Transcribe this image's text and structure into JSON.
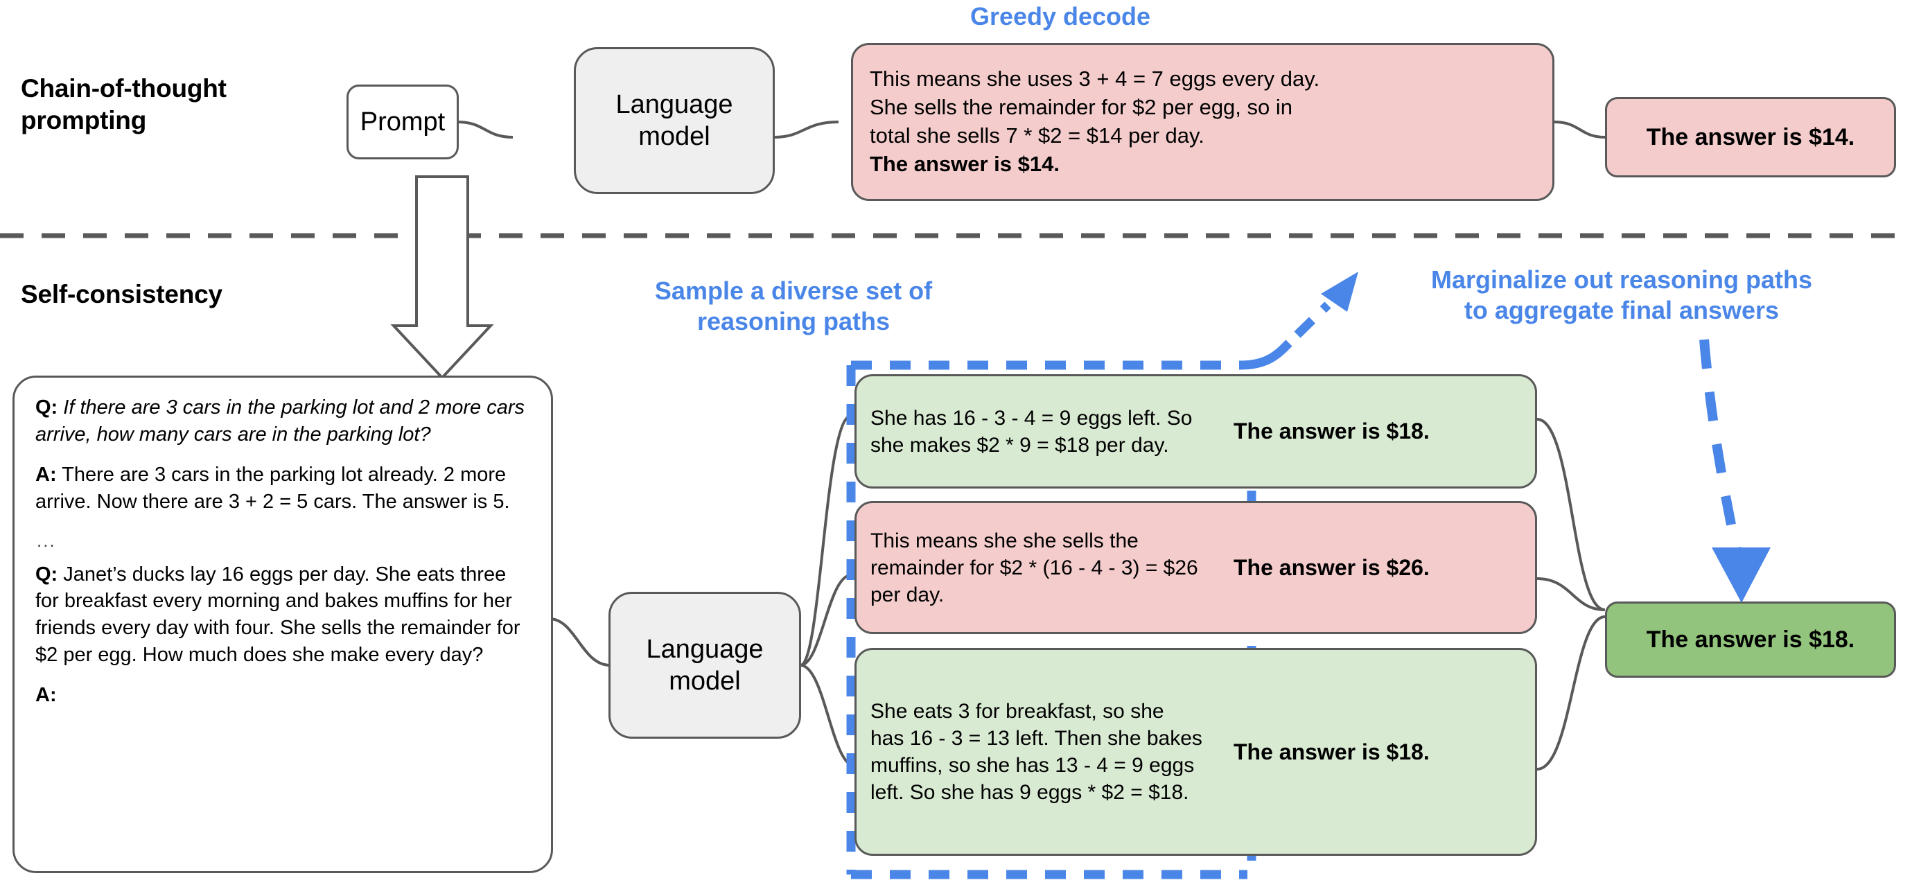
{
  "sections": {
    "cot": {
      "label": "Chain-of-thought\nprompting"
    },
    "sc": {
      "label": "Self-consistency"
    }
  },
  "annotations": {
    "greedy": "Greedy decode",
    "sample": "Sample a diverse set of\nreasoning paths",
    "marginalize": "Marginalize out reasoning paths\nto aggregate final answers"
  },
  "cot_row": {
    "prompt_label": "Prompt",
    "model_label": "Language\nmodel",
    "output_lines": [
      "This means she uses 3 + 4 = 7 eggs every day.",
      "She sells the remainder for $2 per egg, so in",
      "total she sells 7 * $2 = $14 per day."
    ],
    "output_bold": "The answer is $14.",
    "final_answer": "The answer is $14."
  },
  "sc_row": {
    "model_label": "Language\nmodel",
    "prompt_box": {
      "q1_tag": "Q:",
      "q1_text": "If there are 3 cars in the parking lot and 2 more cars arrive, how many cars are in the parking lot?",
      "a1_tag": "A:",
      "a1_text": "There are 3 cars in the parking lot already. 2 more arrive. Now there are 3 + 2 = 5 cars. The answer is 5.",
      "ellipsis": "...",
      "q2_tag": "Q:",
      "q2_text": "Janet’s ducks lay 16 eggs per day. She eats three for breakfast every morning and bakes muffins for her friends every day with four. She sells the remainder for $2 per egg. How much does she make every day?",
      "a2_tag": "A:"
    },
    "paths": [
      {
        "color": "green",
        "reasoning": "She has 16 - 3 - 4 = 9 eggs left. So she makes $2 * 9 = $18 per day.",
        "answer": "The answer is $18."
      },
      {
        "color": "pink",
        "reasoning": "This means she she sells the remainder for $2 * (16 - 4 - 3) = $26 per day.",
        "answer": "The answer is $26."
      },
      {
        "color": "green",
        "reasoning": "She eats 3 for breakfast, so she has 16 - 3 = 13 left. Then she bakes muffins, so she has 13 - 4 = 9 eggs left. So she has 9 eggs * $2 = $18.",
        "answer": "The answer is $18."
      }
    ],
    "final_answer": "The answer is $18."
  },
  "colors": {
    "accent_blue": "#4a86e8",
    "pink": "#f4cccc",
    "light_green": "#d9ead3",
    "dark_green": "#93c47d",
    "grey_fill": "#efefef",
    "stroke": "#595959"
  }
}
